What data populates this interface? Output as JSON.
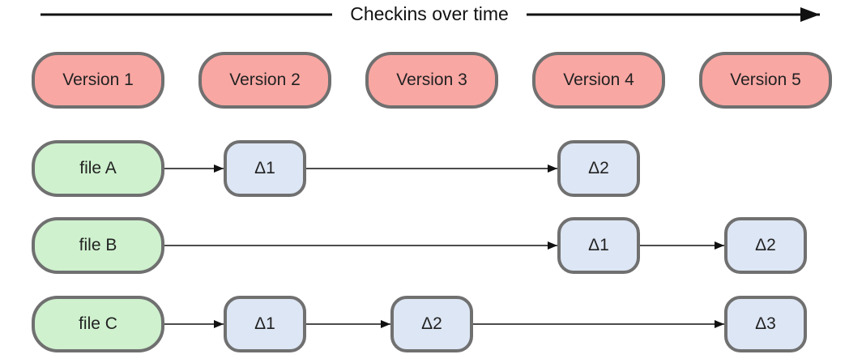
{
  "title": "Checkins over time",
  "versions": [
    "Version 1",
    "Version 2",
    "Version 3",
    "Version 4",
    "Version 5"
  ],
  "files": [
    {
      "label": "file A",
      "deltas": [
        {
          "label": "Δ1",
          "version": 2
        },
        {
          "label": "Δ2",
          "version": 4
        }
      ]
    },
    {
      "label": "file B",
      "deltas": [
        {
          "label": "Δ1",
          "version": 4
        },
        {
          "label": "Δ2",
          "version": 5
        }
      ]
    },
    {
      "label": "file C",
      "deltas": [
        {
          "label": "Δ1",
          "version": 2
        },
        {
          "label": "Δ2",
          "version": 3
        },
        {
          "label": "Δ3",
          "version": 5
        }
      ]
    }
  ],
  "colors": {
    "version_fill": "#f9a7a3",
    "file_fill": "#cff1ce",
    "delta_fill": "#dde6f4",
    "border": "#707070"
  }
}
